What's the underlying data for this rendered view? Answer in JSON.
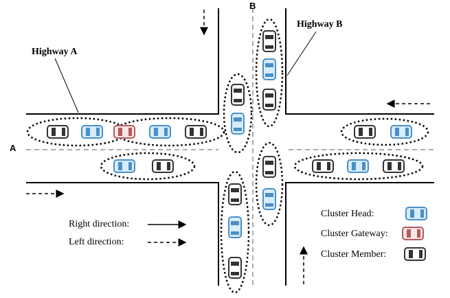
{
  "labels": {
    "highway_a_title": "Highway A",
    "highway_b_title": "Highway B",
    "axis_a": "A",
    "axis_b": "B"
  },
  "legend": {
    "right_direction": "Right direction:",
    "left_direction": "Left direction:",
    "cluster_head": "Cluster Head:",
    "cluster_gateway": "Cluster Gateway:",
    "cluster_member": "Cluster Member:"
  },
  "colors": {
    "cluster_head": "#4a90c8",
    "cluster_gateway": "#b55a5a",
    "cluster_member": "#333333",
    "road": "#000000",
    "lane_divider": "#555555",
    "cluster_outline": "#000000"
  },
  "vehicles": {
    "highway_a_left_lane": [
      "member",
      "head",
      "gateway",
      "head",
      "member"
    ],
    "highway_a_right_lane": [
      "head",
      "member"
    ],
    "right_arm_left_lane": [
      "member",
      "head"
    ],
    "right_arm_right_lane": [
      "member",
      "head",
      "member"
    ],
    "top_arm_upper_cluster": [
      "member",
      "head",
      "member"
    ],
    "top_arm_lower_cluster": [
      "member",
      "head"
    ],
    "bottom_arm_left_cluster": [
      "member",
      "head",
      "member"
    ],
    "bottom_arm_right_cluster": [
      "member",
      "head"
    ]
  }
}
